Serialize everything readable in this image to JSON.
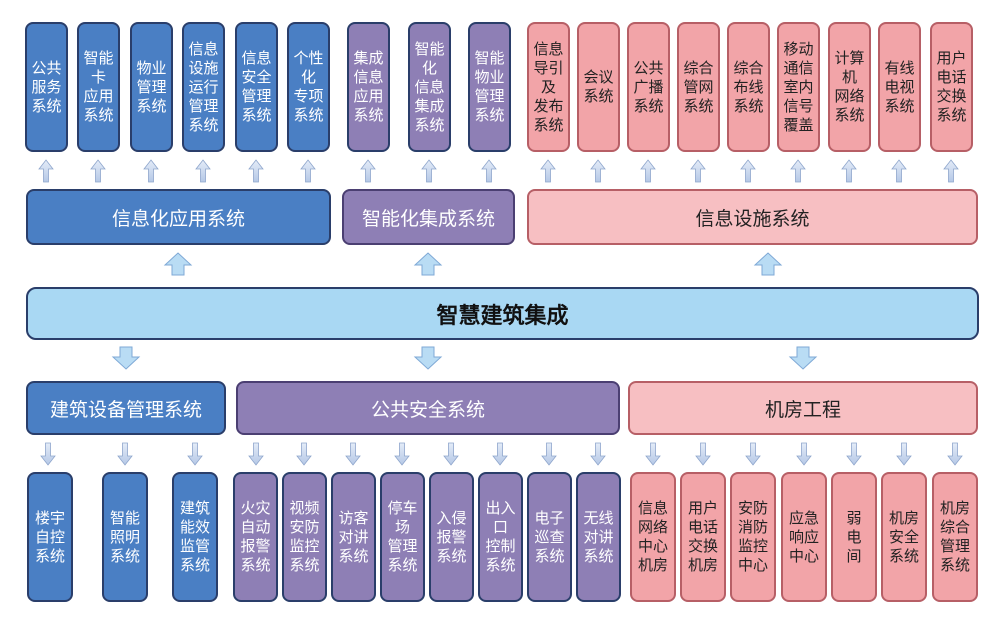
{
  "center": {
    "label": "智慧建筑集成"
  },
  "top_categories": {
    "info_app": "信息化应用系统",
    "intel_integ": "智能化集成系统",
    "info_facility": "信息设施系统"
  },
  "bottom_categories": {
    "building_equip": "建筑设备管理系统",
    "public_safety": "公共安全系统",
    "machine_room": "机房工程"
  },
  "top_items": {
    "info_app": [
      "公共\n服务\n系统",
      "智能\n卡\n应用\n系统",
      "物业\n管理\n系统",
      "信息\n设施\n运行\n管理\n系统",
      "信息\n安全\n管理\n系统",
      "个性\n化\n专项\n系统"
    ],
    "intel_integ": [
      "集成\n信息\n应用\n系统",
      "智能\n化\n信息\n集成\n系统",
      "智能\n物业\n管理\n系统"
    ],
    "info_facility": [
      "信息\n导引\n及\n发布\n系统",
      "会议\n系统",
      "公共\n广播\n系统",
      "综合\n管网\n系统",
      "综合\n布线\n系统",
      "移动\n通信\n室内\n信号\n覆盖",
      "计算\n机\n网络\n系统",
      "有线\n电视\n系统",
      "用户\n电话\n交换\n系统"
    ]
  },
  "bottom_items": {
    "building_equip": [
      "楼宇\n自控\n系统",
      "智能\n照明\n系统",
      "建筑\n能效\n监管\n系统"
    ],
    "public_safety": [
      "火灾\n自动\n报警\n系统",
      "视频\n安防\n监控\n系统",
      "访客\n对讲\n系统",
      "停车\n场\n管理\n系统",
      "入侵\n报警\n系统",
      "出入\n口\n控制\n系统",
      "电子\n巡查\n系统",
      "无线\n对讲\n系统"
    ],
    "machine_room": [
      "信息\n网络\n中心\n机房",
      "用户\n电话\n交换\n机房",
      "安防\n消防\n监控\n中心",
      "应急\n响应\n中心",
      "弱\n电\n间",
      "机房\n安全\n系统",
      "机房\n综合\n管理\n系统"
    ]
  },
  "colors": {
    "blue": "#4a7fc4",
    "purple": "#8e7fb5",
    "pink": "#f2a4a8",
    "center": "#a9d8f3",
    "arrow": "#c4d6ef"
  },
  "icons": {
    "small_arrow": "arrow-up-icon / arrow-down-icon",
    "bold_arrow": "bold-arrow-up-icon / bold-arrow-down-icon"
  }
}
